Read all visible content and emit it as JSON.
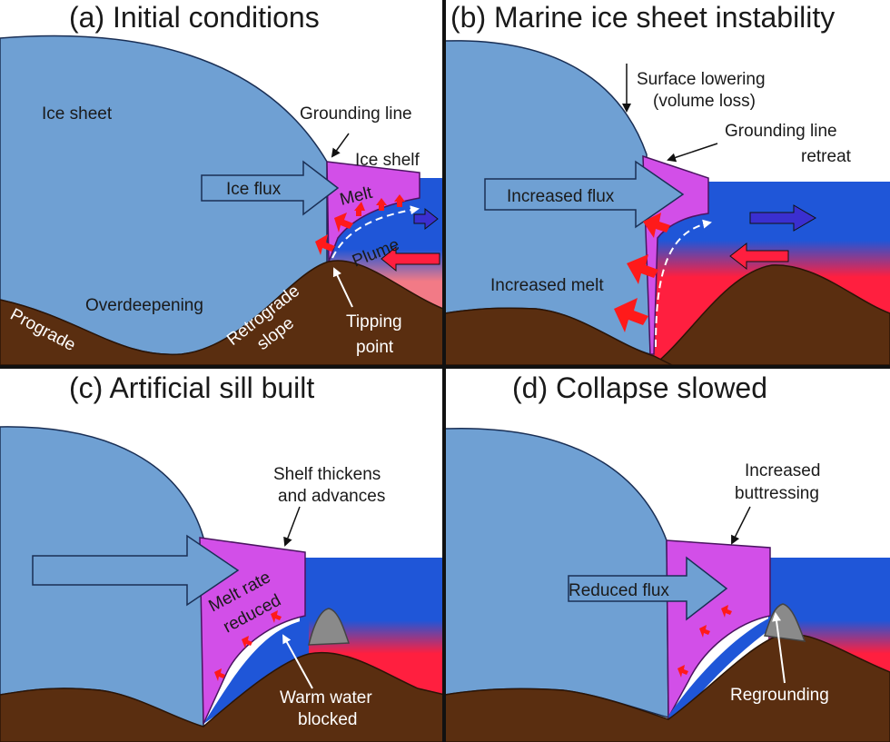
{
  "panels": {
    "a": {
      "title": "(a) Initial conditions",
      "labels": {
        "ice_sheet": "Ice sheet",
        "grounding_line": "Grounding line",
        "ice_shelf": "Ice shelf",
        "ice_flux": "Ice flux",
        "melt": "Melt",
        "plume": "Plume",
        "overdeepening": "Overdeepening",
        "prograde": "Prograde",
        "retrograde_1": "Retrograde",
        "retrograde_2": "slope",
        "tipping_1": "Tipping",
        "tipping_2": "point"
      }
    },
    "b": {
      "title": "(b) Marine ice sheet instability",
      "labels": {
        "surface_1": "Surface lowering",
        "surface_2": "(volume loss)",
        "gl_retreat_1": "Grounding line",
        "gl_retreat_2": "retreat",
        "increased_flux": "Increased flux",
        "increased_melt": "Increased melt"
      }
    },
    "c": {
      "title": "(c) Artificial sill built",
      "labels": {
        "shelf_1": "Shelf thickens",
        "shelf_2": "and advances",
        "melt_rate_1": "Melt rate",
        "melt_rate_2": "reduced",
        "warm_1": "Warm water",
        "warm_2": "blocked"
      }
    },
    "d": {
      "title": "(d) Collapse slowed",
      "labels": {
        "buttress_1": "Increased",
        "buttress_2": "buttressing",
        "reduced_flux": "Reduced flux",
        "regrounding": "Regrounding"
      }
    }
  },
  "colors": {
    "ice_sheet": "#6fa0d3",
    "ice_shelf": "#d24fe8",
    "bedrock": "#5a2e10",
    "cold_water": "#1f56d8",
    "warm_water": "#ff1f3f",
    "warm_water_light": "#f27a86",
    "sill": "#8a8a8a",
    "melt_arrow": "#ff1a1a",
    "outflow_arrow": "#3a2fd0",
    "divider": "#111111"
  }
}
